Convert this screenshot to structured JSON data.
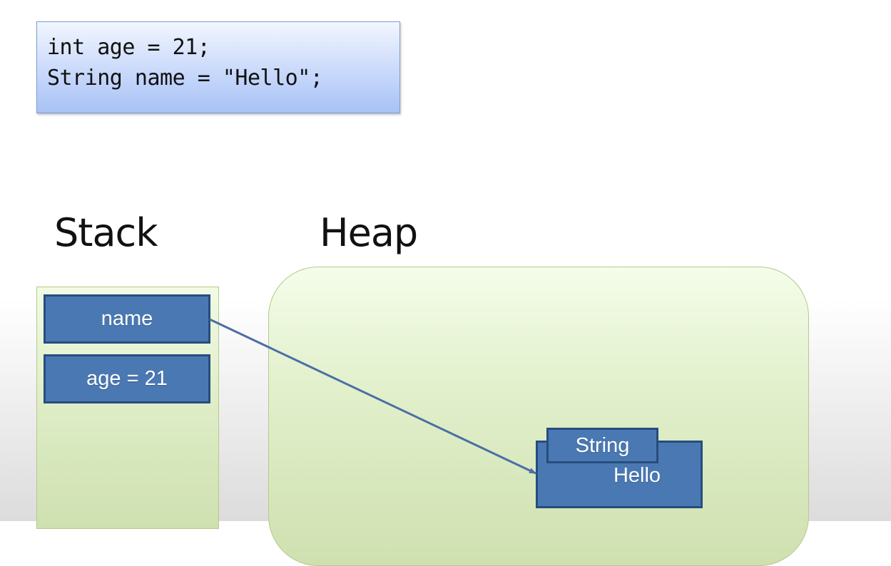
{
  "code": {
    "lines": [
      "int age = 21;",
      "String name = \"Hello\";"
    ]
  },
  "stack": {
    "title": "Stack",
    "items": [
      {
        "label": "name"
      },
      {
        "label": "age = 21"
      }
    ]
  },
  "heap": {
    "title": "Heap",
    "object": {
      "type": "String",
      "value": "Hello"
    }
  },
  "colors": {
    "code_box": "#c9d9fb",
    "memory_panel": "#dfeec8",
    "variable_box": "#4a78b3",
    "variable_border": "#274d7e",
    "arrow": "#4a6fa5"
  }
}
